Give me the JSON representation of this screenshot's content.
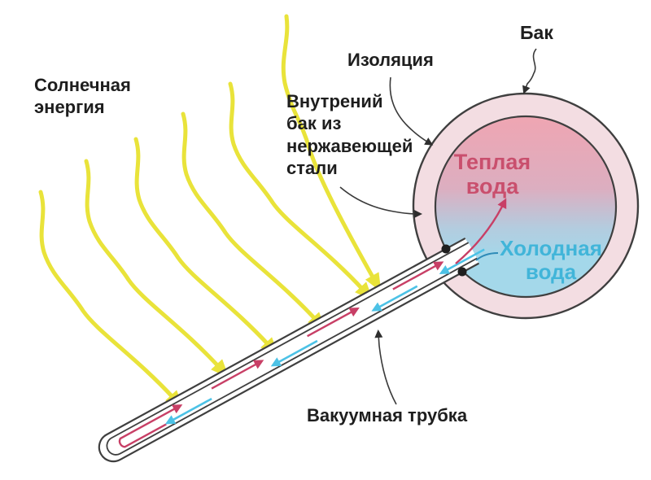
{
  "colors": {
    "background": "#ffffff",
    "ink": "#1e1e1e",
    "ray-yellow": "#e9e33a",
    "outline": "#3f3f3f",
    "ring-fill": "#f3dde2",
    "tank-warm": "#efa5b2",
    "tank-warm-mid": "#dcaec0",
    "tank-cold-mid": "#b3ccdf",
    "tank-cold": "#a4d8ea",
    "warm-text": "#c94f6d",
    "cold-text": "#41b5d9",
    "hot-arrow": "#c83f66",
    "cold-arrow": "#4cc2e6"
  },
  "labels": {
    "solar_energy": "Солнечная\nэнергия",
    "tank": "Бак",
    "insulation": "Изоляция",
    "inner_tank": "Внутрений\nбак из\nнержавеющей\nстали",
    "warm_water": "Теплая\nвода",
    "cold_water": "Холодная\nвода",
    "vacuum_tube": "Вакуумная трубка"
  }
}
